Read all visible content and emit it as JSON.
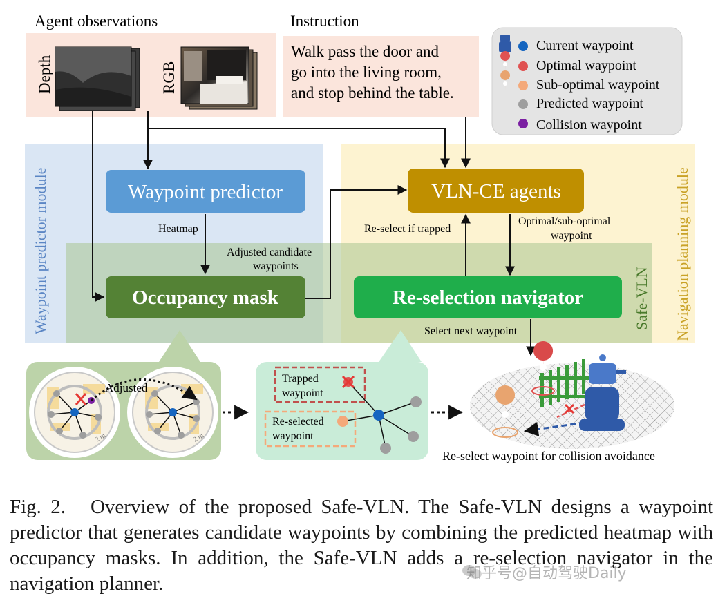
{
  "header": {
    "agent_obs_title": "Agent observations",
    "instruction_title": "Instruction",
    "depth_label": "Depth",
    "rgb_label": "RGB",
    "instruction_lines": [
      "Walk pass the door and",
      "go into the living room,",
      "and stop  behind the table."
    ]
  },
  "legend": {
    "items": [
      {
        "label": "Current waypoint",
        "color": "#1565c0"
      },
      {
        "label": "Optimal waypoint",
        "color": "#e05252"
      },
      {
        "label": "Sub-optimal waypoint",
        "color": "#f4a97a"
      },
      {
        "label": "Predicted waypoint",
        "color": "#9e9e9e"
      },
      {
        "label": "Collision waypoint",
        "color": "#7b1fa2"
      }
    ]
  },
  "modules": {
    "waypoint_predictor_module": "Waypoint predictor module",
    "navigation_planning_module": "Navigation planning module",
    "safe_vln": "Safe-VLN"
  },
  "boxes": {
    "waypoint_predictor": "Waypoint predictor",
    "vln_ce_agents": "VLN-CE agents",
    "occupancy_mask": "Occupancy mask",
    "reselection_navigator": "Re-selection navigator"
  },
  "edge_labels": {
    "heatmap": "Heatmap",
    "adjusted_candidate_1": "Adjusted candidate",
    "adjusted_candidate_2": "waypoints",
    "reselect_if_trapped": "Re-select if trapped",
    "optimal_suboptimal_1": "Optimal/sub-optimal",
    "optimal_suboptimal_2": "waypoint",
    "select_next_waypoint": "Select next waypoint"
  },
  "bottom": {
    "adjusted": "Adjusted",
    "trapped_1": "Trapped",
    "trapped_2": "waypoint",
    "reselected_1": "Re-selected",
    "reselected_2": "waypoint",
    "reselect_caption": "Re-select waypoint for collision avoidance",
    "scale_text": "2 m"
  },
  "colors": {
    "obs_bg": "#fbe5dc",
    "predictor_module_bg": "#d6e3f3",
    "planning_module_bg": "#fdf2cc",
    "safe_vln_bg": "#bcd3a9",
    "waypoint_predictor_box": "#5b9bd5",
    "vln_ce_box": "#bf8f00",
    "occupancy_box": "#548235",
    "reselection_box": "#1fae4b",
    "reselection_region": "#c9ecd8"
  },
  "caption": {
    "fig": "Fig. 2.",
    "text": "Overview of the proposed Safe-VLN. The Safe-VLN designs a waypoint predictor that generates candidate waypoints by combining the predicted heatmap with occupancy masks. In addition, the Safe-VLN adds a re-selection navigator in the navigation planner."
  },
  "watermark": "知乎号@自动驾驶Daily"
}
